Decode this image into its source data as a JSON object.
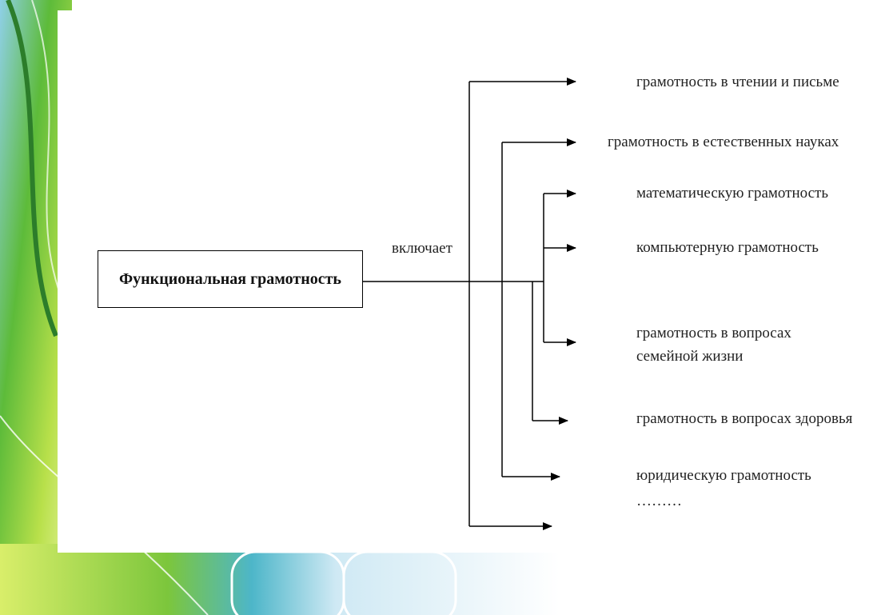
{
  "diagram": {
    "root": "Функциональная грамотность",
    "relation": "включает",
    "items": [
      {
        "lines": [
          "грамотность в чтении и письме"
        ]
      },
      {
        "lines": [
          "грамотность в естественных науках"
        ]
      },
      {
        "lines": [
          "математическую грамотность"
        ]
      },
      {
        "lines": [
          "компьютерную грамотность"
        ]
      },
      {
        "lines": [
          "грамотность в вопросах",
          "семейной жизни"
        ]
      },
      {
        "lines": [
          "грамотность в вопросах здоровья"
        ]
      },
      {
        "lines": [
          "юридическую грамотность"
        ]
      },
      {
        "lines": [
          "………"
        ]
      }
    ]
  },
  "colors": {
    "green_light": "#c8e64a",
    "green_dark": "#3d9a2a",
    "teal": "#2f9fb0",
    "sky": "#9ed8f0",
    "line": "#000000"
  }
}
